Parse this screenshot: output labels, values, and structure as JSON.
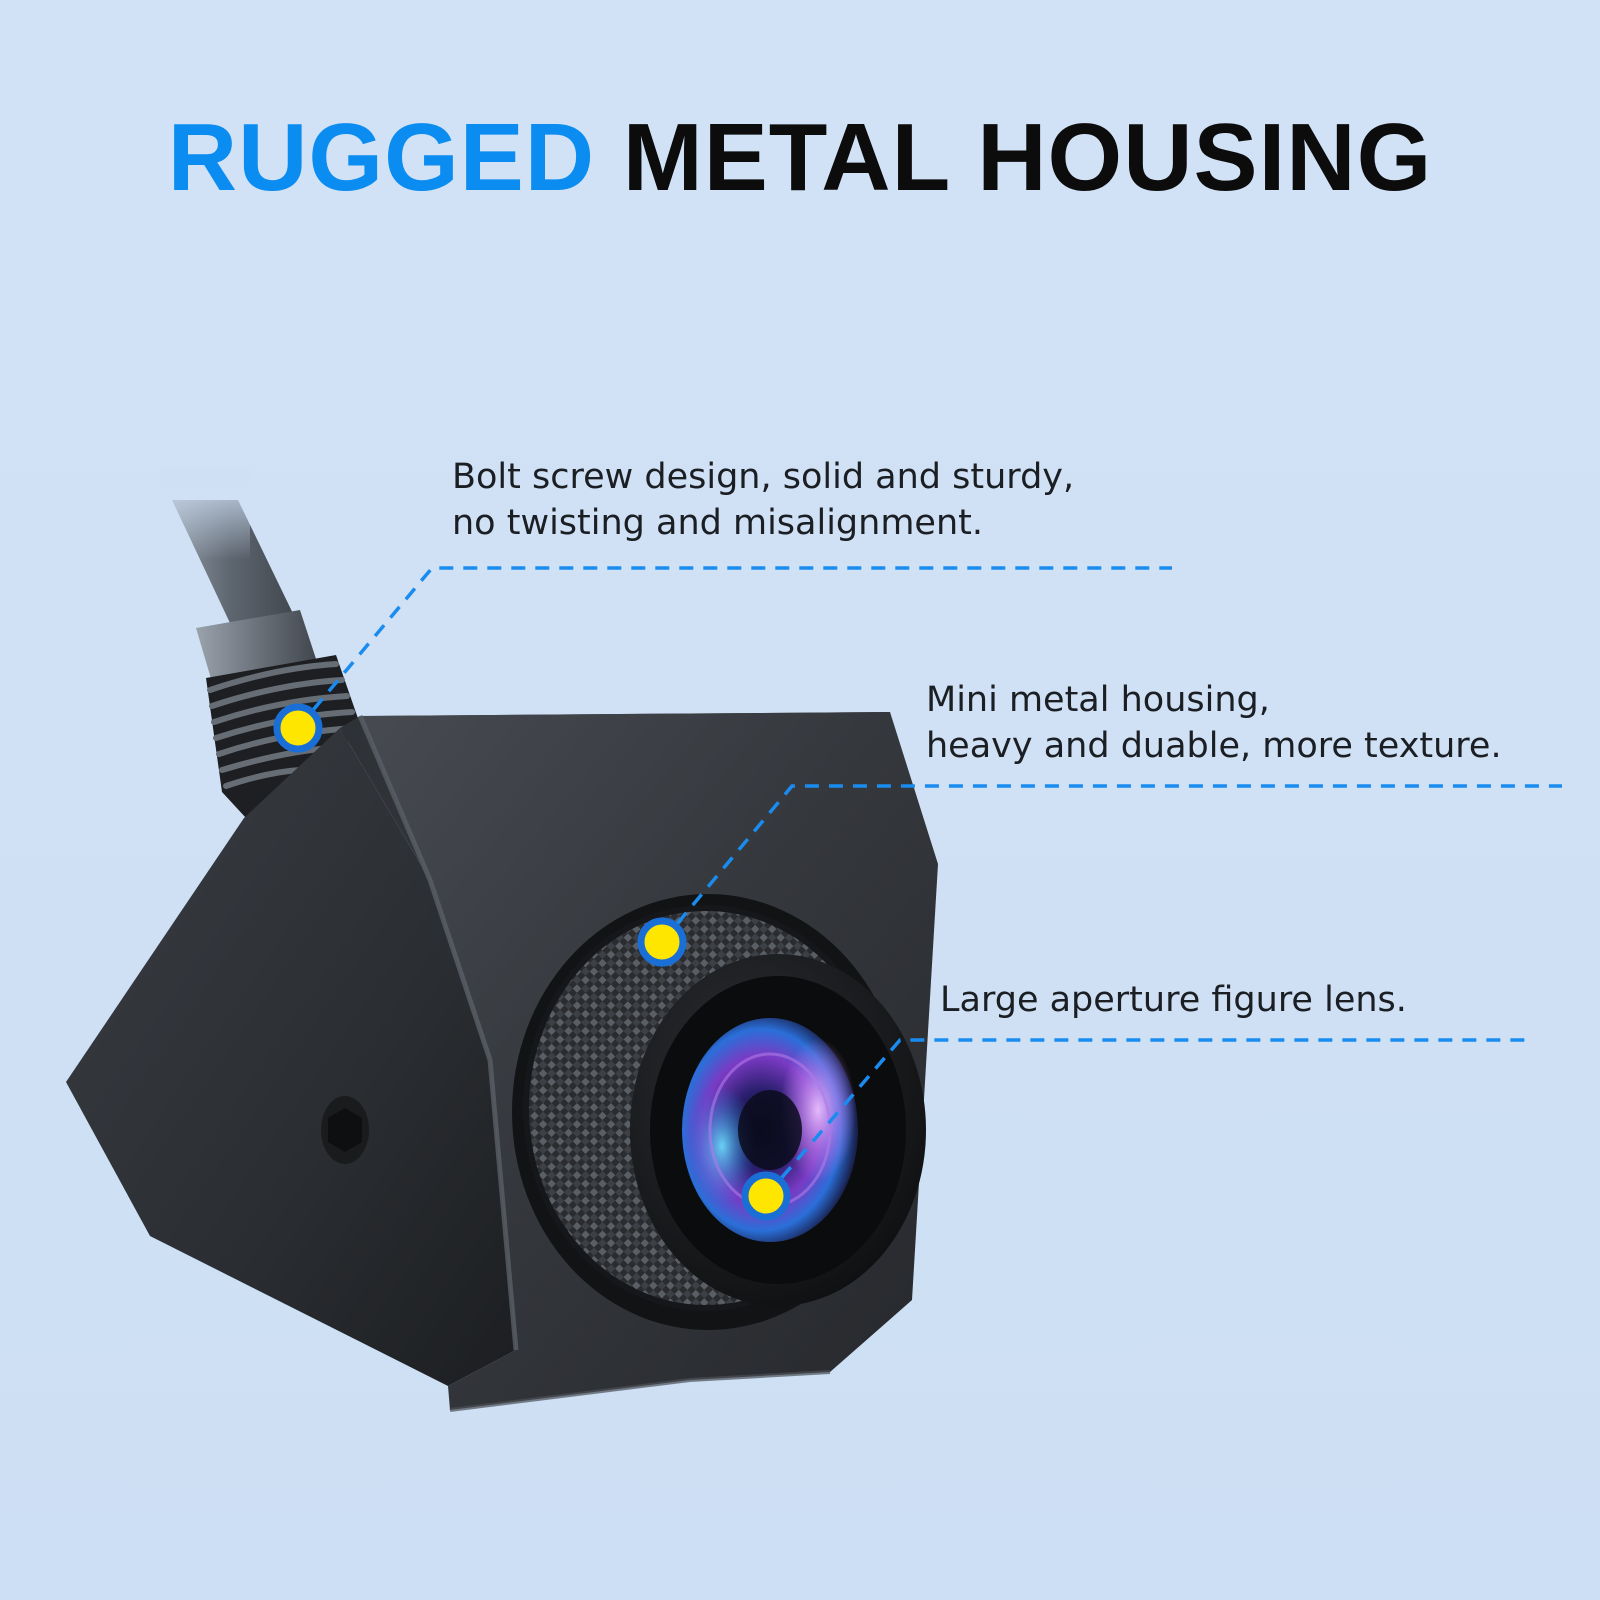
{
  "headline": {
    "accent": "RUGGED",
    "rest": "METAL HOUSING"
  },
  "callouts": [
    {
      "id": "bolt",
      "lines": [
        "Bolt screw design, solid and sturdy,",
        "no twisting and misalignment."
      ]
    },
    {
      "id": "housing",
      "lines": [
        "Mini metal housing,",
        "heavy and duable, more texture."
      ]
    },
    {
      "id": "lens",
      "lines": [
        "Large aperture figure lens."
      ]
    }
  ],
  "colors": {
    "background": "#cfe0f5",
    "accent": "#0a8cf0",
    "leader_line": "#1a8cf0",
    "marker_fill": "#ffe600",
    "marker_ring": "#1a6fd6"
  },
  "icons": [
    "camera-illustration",
    "hotspot-marker-icon"
  ]
}
